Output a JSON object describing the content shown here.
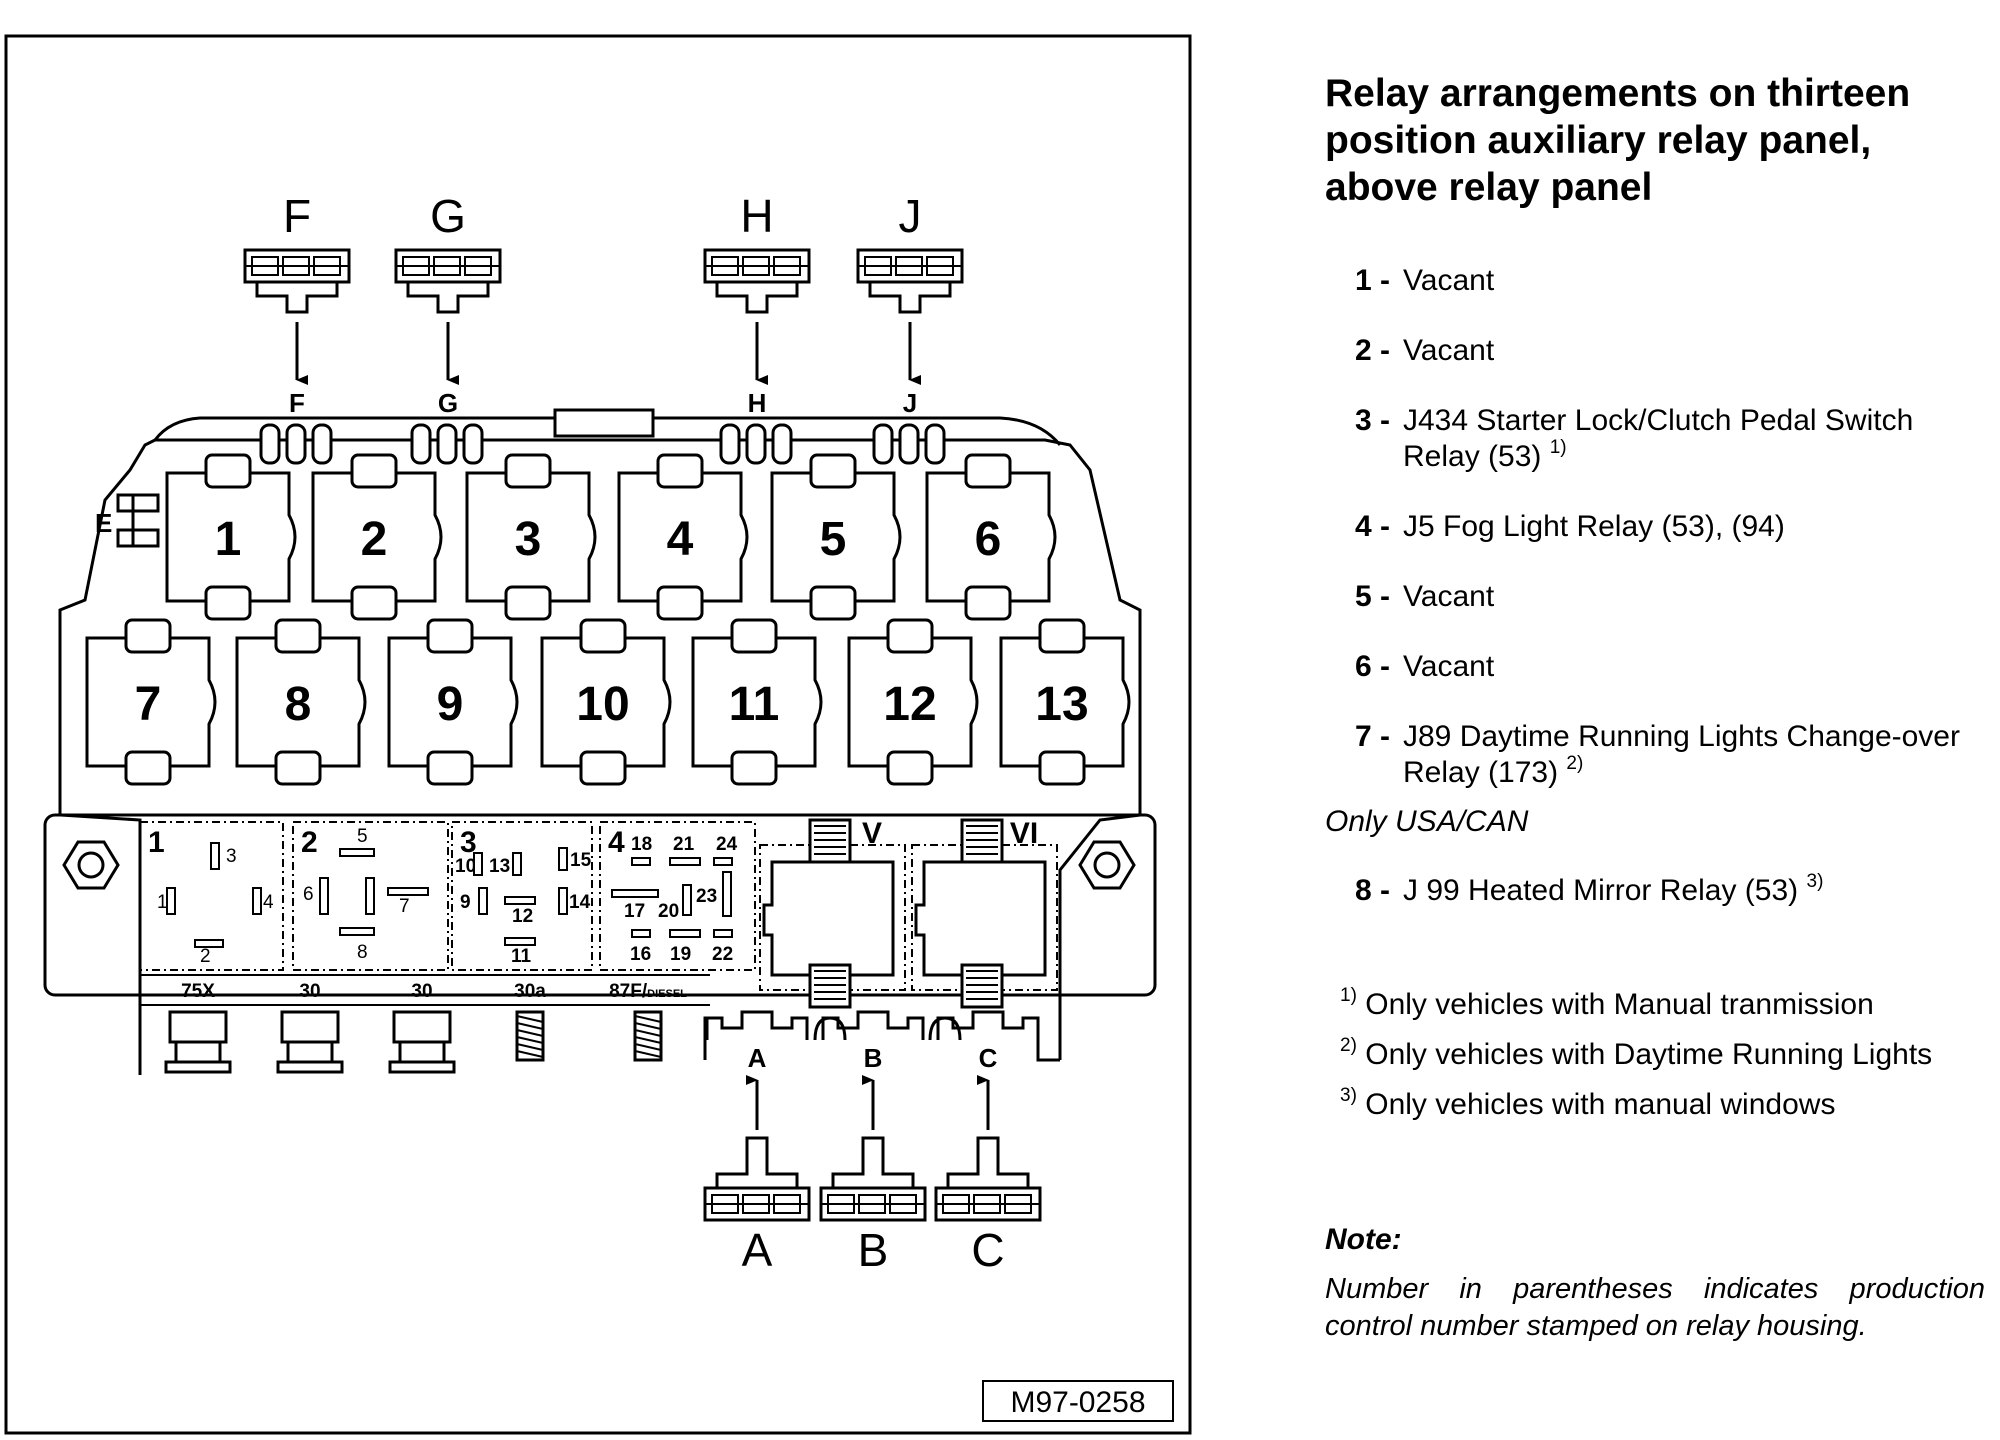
{
  "diagram": {
    "top_connectors": [
      "F",
      "G",
      "H",
      "J"
    ],
    "bottom_connectors": [
      "A",
      "B",
      "C"
    ],
    "side_connector": "E",
    "relay_positions": [
      "1",
      "2",
      "3",
      "4",
      "5",
      "6",
      "7",
      "8",
      "9",
      "10",
      "11",
      "12",
      "13"
    ],
    "fuse_blocks": [
      "1",
      "2",
      "3",
      "4"
    ],
    "block1_pins": [
      "3",
      "1",
      "4",
      "2"
    ],
    "block2_pins": [
      "5",
      "6",
      "7",
      "8"
    ],
    "block3_pins": [
      "10",
      "13",
      "15",
      "9",
      "12",
      "14",
      "11"
    ],
    "block4_pins": [
      "18",
      "21",
      "24",
      "17",
      "20",
      "23",
      "16",
      "19",
      "22"
    ],
    "terminals": [
      "75X",
      "30",
      "30",
      "30a",
      "87F/DIESEL"
    ],
    "sockets": [
      "V",
      "VI"
    ],
    "figure_id": "M97-0258"
  },
  "legend": {
    "title": "Relay arrangements on thirteen position auxiliary relay panel, above relay panel",
    "items": [
      {
        "num": "1 -",
        "text": "Vacant",
        "sup": ""
      },
      {
        "num": "2 -",
        "text": "Vacant",
        "sup": ""
      },
      {
        "num": "3 -",
        "text": "J434 Starter Lock/Clutch Pedal Switch Relay (53)",
        "sup": "1)"
      },
      {
        "num": "4 -",
        "text": "J5 Fog Light Relay (53), (94)",
        "sup": ""
      },
      {
        "num": "5 -",
        "text": "Vacant",
        "sup": ""
      },
      {
        "num": "6 -",
        "text": "Vacant",
        "sup": ""
      },
      {
        "num": "7 -",
        "text": "J89 Daytime Running Lights Change-over Relay (173)",
        "sup": "2)"
      },
      {
        "num": "8 -",
        "text": "J 99 Heated Mirror Relay (53)",
        "sup": "3)"
      }
    ],
    "only_usa": "Only USA/CAN",
    "footnotes": [
      {
        "mark": "1)",
        "text": "Only vehicles with Manual tranmission"
      },
      {
        "mark": "2)",
        "text": "Only vehicles with Daytime Running Lights"
      },
      {
        "mark": "3)",
        "text": "Only vehicles with manual windows"
      }
    ],
    "note_label": "Note:",
    "note_text": "Number in parentheses indicates production control number stamped on relay housing."
  }
}
